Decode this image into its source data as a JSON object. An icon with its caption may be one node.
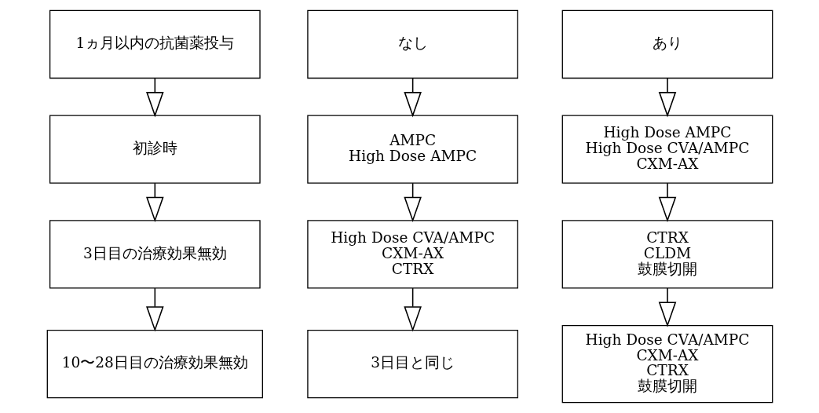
{
  "diagram": {
    "nodes": [
      {
        "text": [
          "1ヵ月以内の抗菌薬投与"
        ]
      },
      {
        "text": [
          "なし"
        ]
      },
      {
        "text": [
          "あり"
        ]
      },
      {
        "text": [
          "初診時"
        ]
      },
      {
        "text": [
          "AMPC",
          "High Dose AMPC"
        ]
      },
      {
        "text": [
          "High Dose AMPC",
          "High Dose CVA/AMPC",
          "CXM-AX"
        ]
      },
      {
        "text": [
          "3日目の治療効果無効"
        ]
      },
      {
        "text": [
          "High Dose CVA/AMPC",
          "CXM-AX",
          "CTRX"
        ]
      },
      {
        "text": [
          "CTRX",
          "CLDM",
          "鼓膜切開"
        ]
      },
      {
        "text": [
          "10〜28日目の治療効果無効"
        ]
      },
      {
        "text": [
          "3日目と同じ"
        ]
      },
      {
        "text": [
          "High Dose CVA/AMPC",
          "CXM-AX",
          "CTRX",
          "鼓膜切開"
        ]
      }
    ],
    "edges": [
      {
        "from": 0,
        "to": 3,
        "arrow": "to"
      },
      {
        "from": 3,
        "to": 6,
        "arrow": "to"
      },
      {
        "from": 6,
        "to": 9,
        "arrow": "to"
      },
      {
        "from": 1,
        "to": 4,
        "arrow": "to"
      },
      {
        "from": 4,
        "to": 7,
        "arrow": "to"
      },
      {
        "from": 7,
        "to": 10,
        "arrow": "to"
      },
      {
        "from": 2,
        "to": 5,
        "arrow": "to"
      },
      {
        "from": 5,
        "to": 8,
        "arrow": "to"
      },
      {
        "from": 8,
        "to": 11,
        "arrow": "to"
      }
    ]
  }
}
